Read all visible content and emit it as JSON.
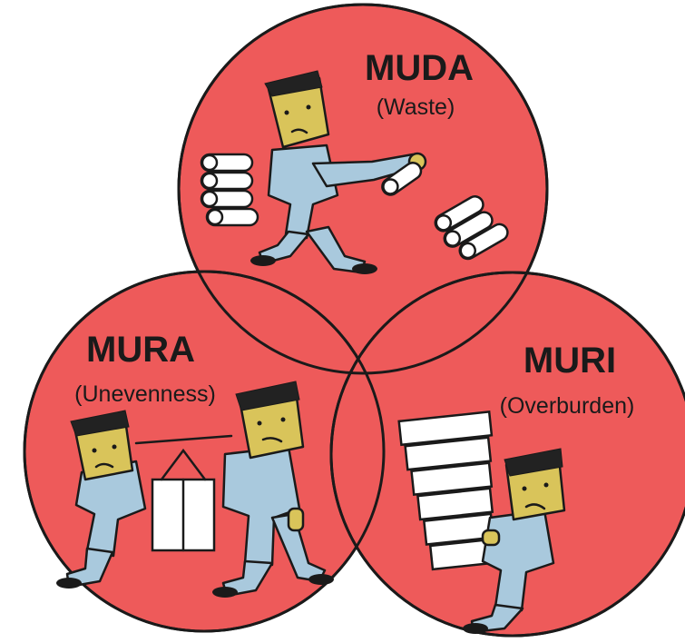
{
  "circles": {
    "muda": {
      "title": "MUDA",
      "subtitle": "(Waste)"
    },
    "mura": {
      "title": "MURA",
      "subtitle": "(Unevenness)"
    },
    "muri": {
      "title": "MURI",
      "subtitle": "(Overburden)"
    }
  },
  "colors": {
    "circle_fill": "#ee5a5a",
    "outline": "#1a1a1a",
    "skin": "#d9c45a",
    "clothes": "#a9c9dd",
    "hair": "#222222",
    "roll": "#ffffff"
  }
}
